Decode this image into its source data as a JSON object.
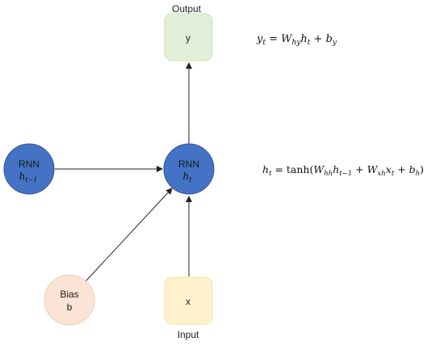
{
  "diagram": {
    "output_label": "Output",
    "input_label": "Input",
    "output_node": {
      "text": "y",
      "fill": "#e2efd9",
      "stroke": "#c9e0bb"
    },
    "input_node": {
      "text": "x",
      "fill": "#fff2cc",
      "stroke": "#f3e3b0"
    },
    "rnn_prev": {
      "title": "RNN",
      "var": "h",
      "sub": "t−1"
    },
    "rnn_curr": {
      "title": "RNN",
      "var": "h",
      "sub": "t"
    },
    "rnn_color": "#4472c4",
    "bias": {
      "title": "Bias",
      "var": "b",
      "fill": "#fbe4d5"
    },
    "eq_output": {
      "lhs": "y",
      "lhs_sub": "t",
      "eq": " = ",
      "w": "W",
      "w_sub": "hy",
      "h": "h",
      "h_sub": "t",
      "plus": " + ",
      "b": "b",
      "b_sub": "y"
    },
    "eq_hidden": {
      "lhs": "h",
      "lhs_sub": "t",
      "eq": " = ",
      "fn": "tanh(",
      "w1": "W",
      "w1_sub": "hh",
      "h1": "h",
      "h1_sub": "t−1",
      "plus1": " + ",
      "w2": "W",
      "w2_sub": "xh",
      "x": "x",
      "x_sub": "t",
      "plus2": " + ",
      "b": "b",
      "b_sub": "h",
      "close": ")"
    }
  }
}
